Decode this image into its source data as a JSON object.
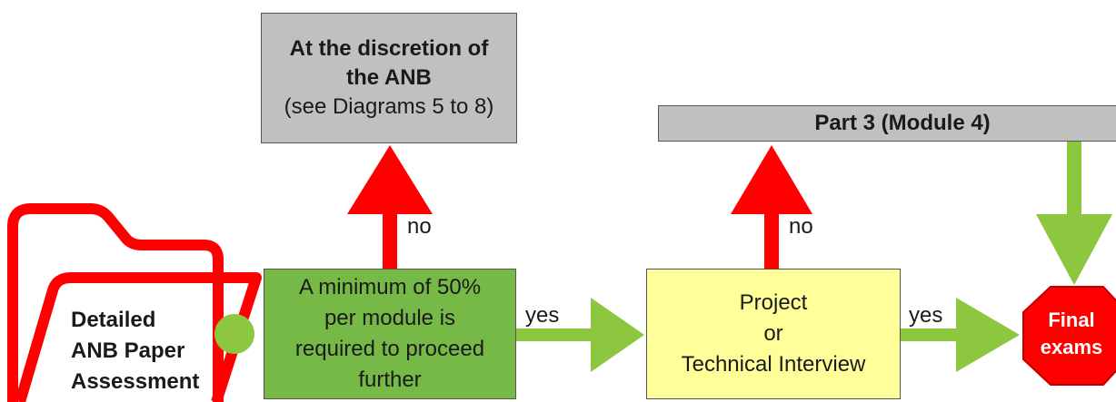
{
  "colors": {
    "gray_box": "#c0c0c0",
    "green_box": "#76b946",
    "yellow_box": "#ffff99",
    "red": "#ff0000",
    "green_arrow": "#8dc63f",
    "stop_sign": "#ff0000"
  },
  "icons": {
    "folder": "folder-icon",
    "stop": "stop-sign-icon"
  },
  "nodes": {
    "discretion": {
      "line1": "At the discretion of",
      "line2": "the ANB",
      "line3": "(see Diagrams 5 to 8)"
    },
    "part3": {
      "label": "Part 3 (Module 4)"
    },
    "minimum": {
      "line1": "A minimum of 50%",
      "line2": "per module is",
      "line3": "required to proceed",
      "line4": "further"
    },
    "project": {
      "line1": "Project",
      "line2": "or",
      "line3": "Technical Interview"
    },
    "folder": {
      "line1": "Detailed",
      "line2": "ANB Paper",
      "line3": "Assessment"
    },
    "final": {
      "line1": "Final",
      "line2": "exams"
    }
  },
  "edges": {
    "no_1": "no",
    "no_2": "no",
    "yes_1": "yes",
    "yes_2": "yes"
  }
}
